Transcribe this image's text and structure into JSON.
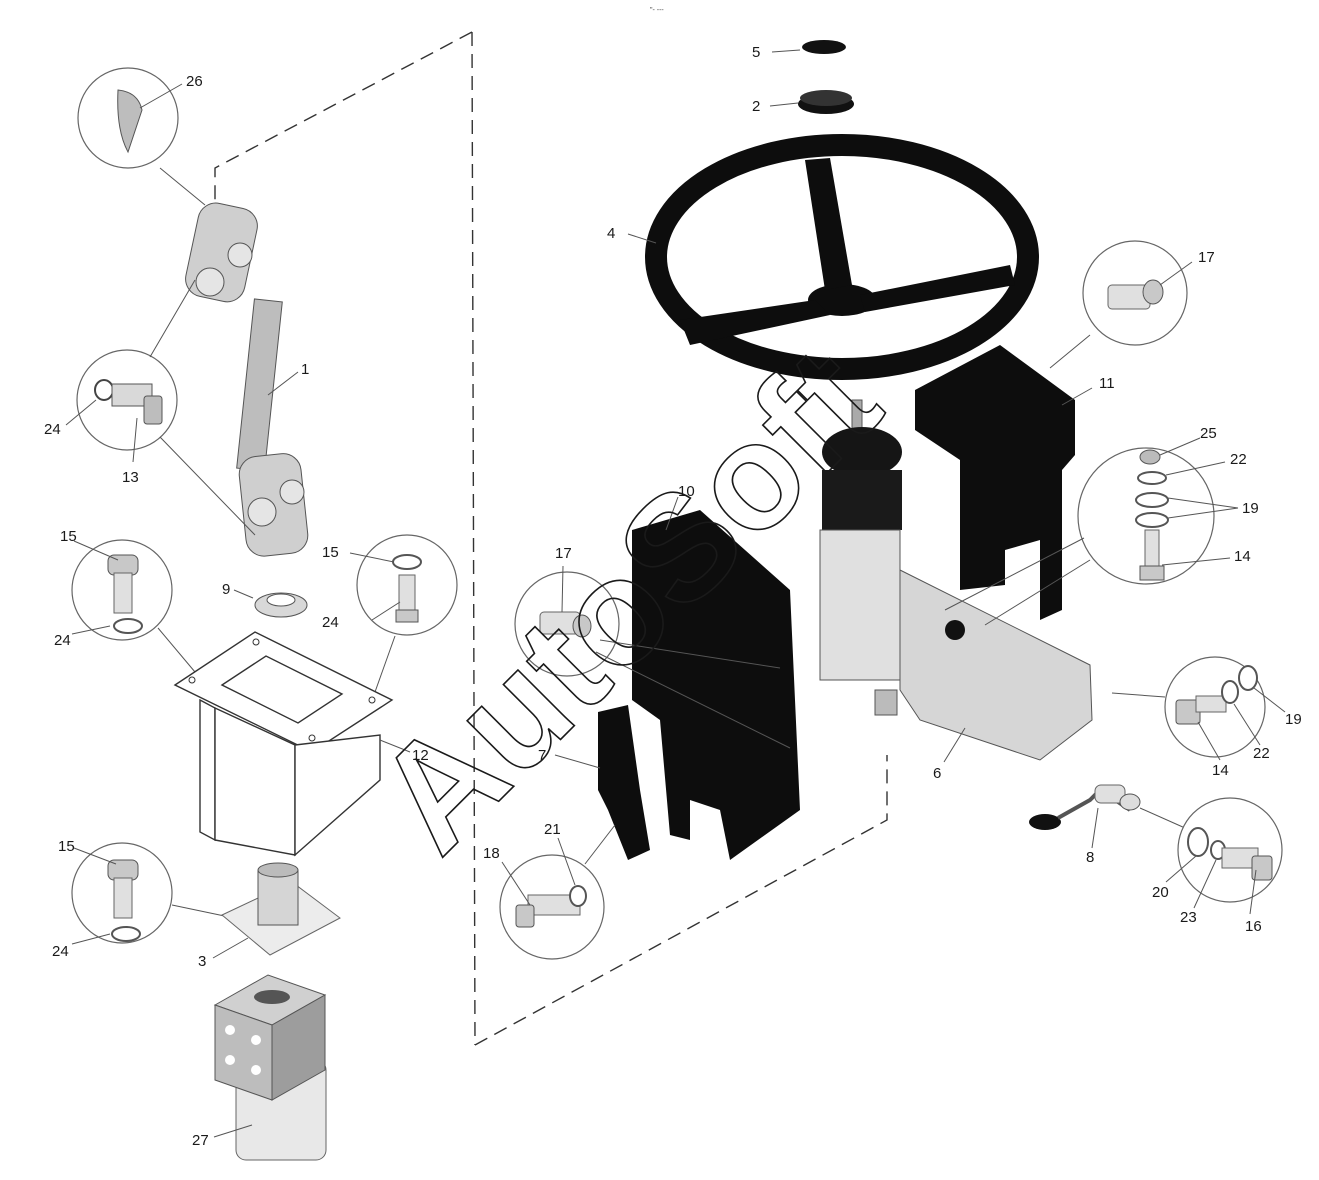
{
  "watermark": "AutoSoft",
  "header_mark": "\"- ---",
  "labels": {
    "l1": "1",
    "l2": "2",
    "l3": "3",
    "l4": "4",
    "l5": "5",
    "l6": "6",
    "l7": "7",
    "l8": "8",
    "l9": "9",
    "l10": "10",
    "l11": "11",
    "l12": "12",
    "l13": "13",
    "l14a": "14",
    "l14b": "14",
    "l15a": "15",
    "l15b": "15",
    "l15c": "15",
    "l16": "16",
    "l17a": "17",
    "l17b": "17",
    "l18": "18",
    "l19a": "19",
    "l19b": "19",
    "l20": "20",
    "l21": "21",
    "l22a": "22",
    "l22b": "22",
    "l23": "23",
    "l24a": "24",
    "l24b": "24",
    "l24c": "24",
    "l24d": "24",
    "l25": "25",
    "l26": "26",
    "l27": "27"
  },
  "colors": {
    "ink": "#0d0d0d",
    "metal": "#cfcfcf",
    "line": "#555555"
  }
}
